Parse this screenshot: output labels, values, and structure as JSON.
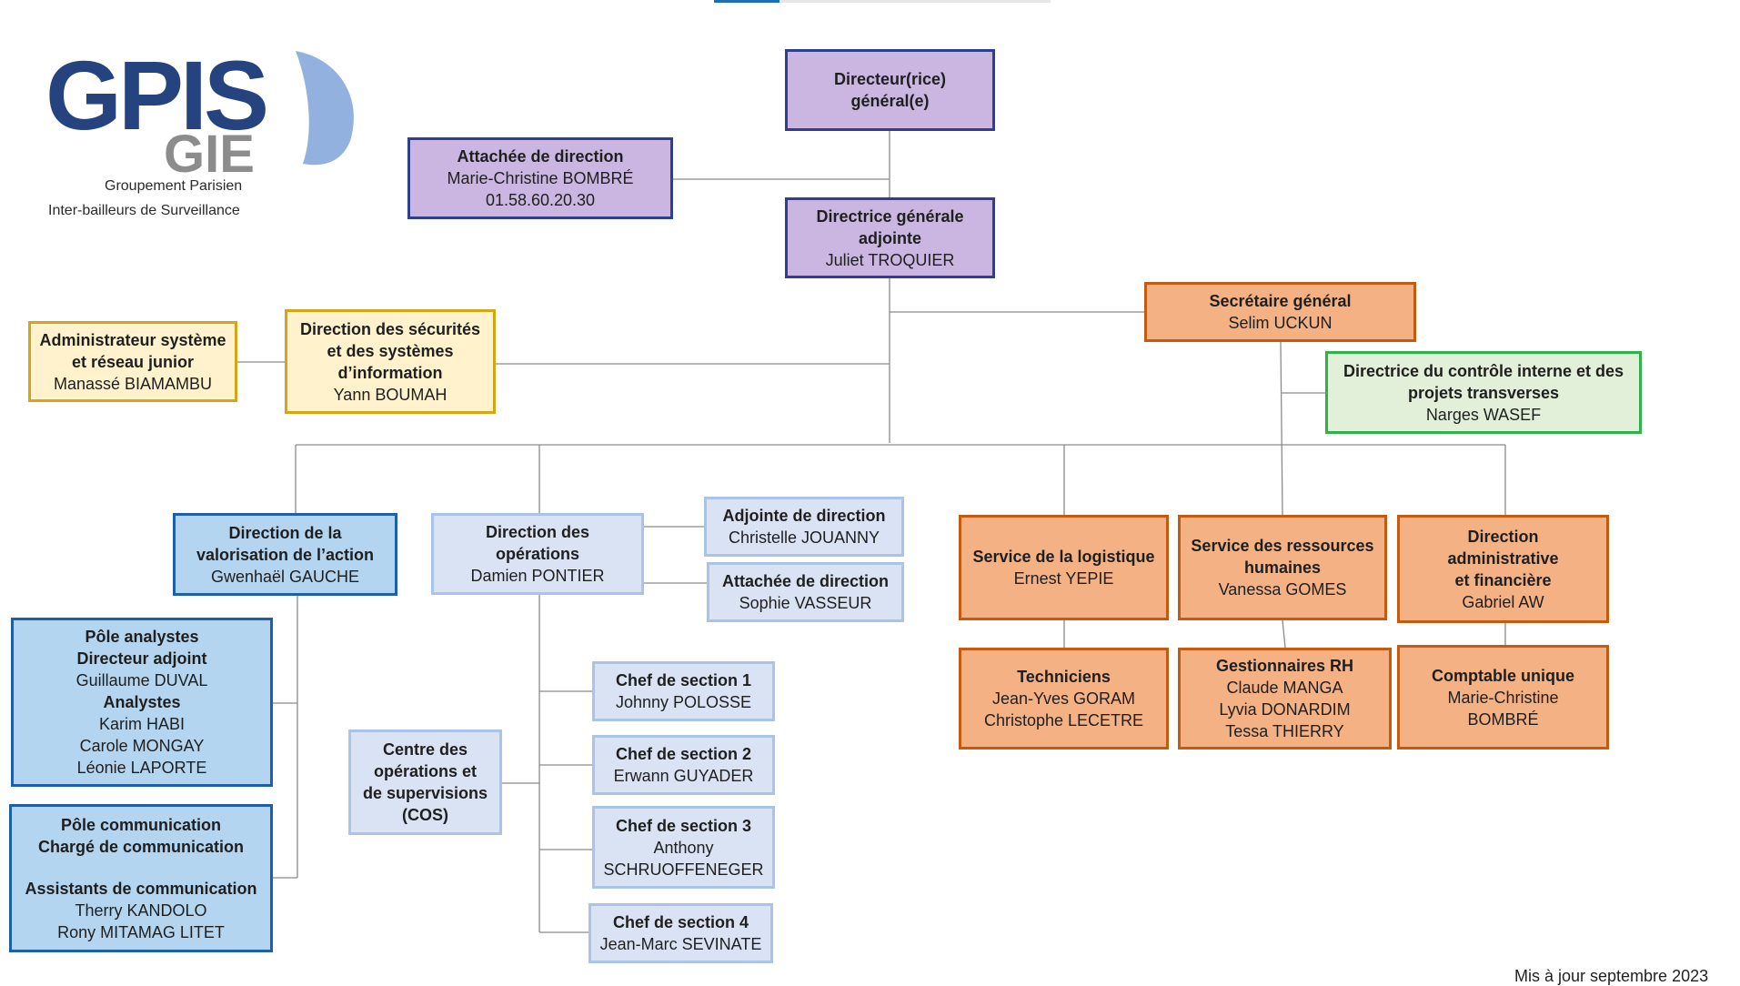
{
  "logo": {
    "wordmark": "GPIS",
    "sub": "GIE",
    "tagline_1": "Groupement Parisien",
    "tagline_2": "Inter-bailleurs de Surveillance"
  },
  "footer": "Mis à jour septembre 2023",
  "colors": {
    "purple_fill": "#cab6e0",
    "purple_border": "#2e3f8f",
    "orange_fill": "#f4b183",
    "orange_border": "#c55a11",
    "yellow_fill": "#fff2cc",
    "yellow_border": "#d4a517",
    "green_fill": "#e2f0d9",
    "green_border": "#2eb34a",
    "lightblue_fill": "#dae3f3",
    "lightblue_border": "#a9c4e6",
    "blue_fill": "#b4d5ef",
    "blue_border": "#1f5fa8",
    "line": "#8c8c8c"
  },
  "boxes": {
    "dg": {
      "title_1": "Directeur(rice)",
      "title_2": "général(e)"
    },
    "attachee": {
      "title": "Attachée de direction",
      "name": "Marie-Christine BOMBRÉ",
      "phone": "01.58.60.20.30"
    },
    "dga": {
      "title_1": "Directrice générale",
      "title_2": "adjointe",
      "name": "Juliet TROQUIER"
    },
    "sg": {
      "title": "Secrétaire général",
      "name": "Selim UCKUN"
    },
    "controle": {
      "title_1": "Directrice du contrôle interne et des",
      "title_2": "projets transverses",
      "name": "Narges WASEF"
    },
    "dsi": {
      "title_1": "Direction des sécurités",
      "title_2": "et des systèmes",
      "title_3": "d’information",
      "name": "Yann BOUMAH"
    },
    "admin_sys": {
      "title_1": "Administrateur système",
      "title_2": "et réseau junior",
      "name": "Manassé BIAMAMBU"
    },
    "valorisation": {
      "title_1": "Direction de la",
      "title_2": "valorisation de l’action",
      "name": "Gwenhaël GAUCHE"
    },
    "operations": {
      "title_1": "Direction des",
      "title_2": "opérations",
      "name": "Damien PONTIER"
    },
    "adjointe_dir": {
      "title": "Adjointe de direction",
      "name": "Christelle JOUANNY"
    },
    "attachee_ops": {
      "title": "Attachée de direction",
      "name": "Sophie VASSEUR"
    },
    "logistique": {
      "title": "Service de la logistique",
      "name": "Ernest YEPIE"
    },
    "rh": {
      "title_1": "Service des ressources",
      "title_2": "humaines",
      "name": "Vanessa GOMES"
    },
    "daf": {
      "title_1": "Direction",
      "title_2": "administrative",
      "title_3": "et financière",
      "name": "Gabriel AW"
    },
    "techniciens": {
      "title": "Techniciens",
      "names": [
        "Jean-Yves GORAM",
        "Christophe LECETRE"
      ]
    },
    "gest_rh": {
      "title": "Gestionnaires RH",
      "names": [
        "Claude MANGA",
        "Lyvia DONARDIM",
        "Tessa THIERRY"
      ]
    },
    "comptable": {
      "title": "Comptable unique",
      "name_1": "Marie-Christine",
      "name_2": "BOMBRÉ"
    },
    "pole_analystes": {
      "title_1": "Pôle analystes",
      "title_2": "Directeur adjoint",
      "director": "Guillaume DUVAL",
      "title_3": "Analystes",
      "names": [
        "Karim HABI",
        "Carole MONGAY",
        "Léonie LAPORTE"
      ]
    },
    "pole_comm": {
      "title_1": "Pôle communication",
      "title_2": "Chargé de communication",
      "title_3": "Assistants de communication",
      "names": [
        "Therry KANDOLO",
        "Rony MITAMAG LITET"
      ]
    },
    "cos": {
      "title_1": "Centre des",
      "title_2": "opérations et",
      "title_3": "de supervisions",
      "title_4": "(COS)"
    },
    "section1": {
      "title": "Chef de section 1",
      "name": "Johnny POLOSSE"
    },
    "section2": {
      "title": "Chef de section 2",
      "name": "Erwann GUYADER"
    },
    "section3": {
      "title": "Chef de section 3",
      "name_1": "Anthony",
      "name_2": "SCHRUOFFENEGER"
    },
    "section4": {
      "title": "Chef de section 4",
      "name": "Jean-Marc SEVINATE"
    }
  }
}
